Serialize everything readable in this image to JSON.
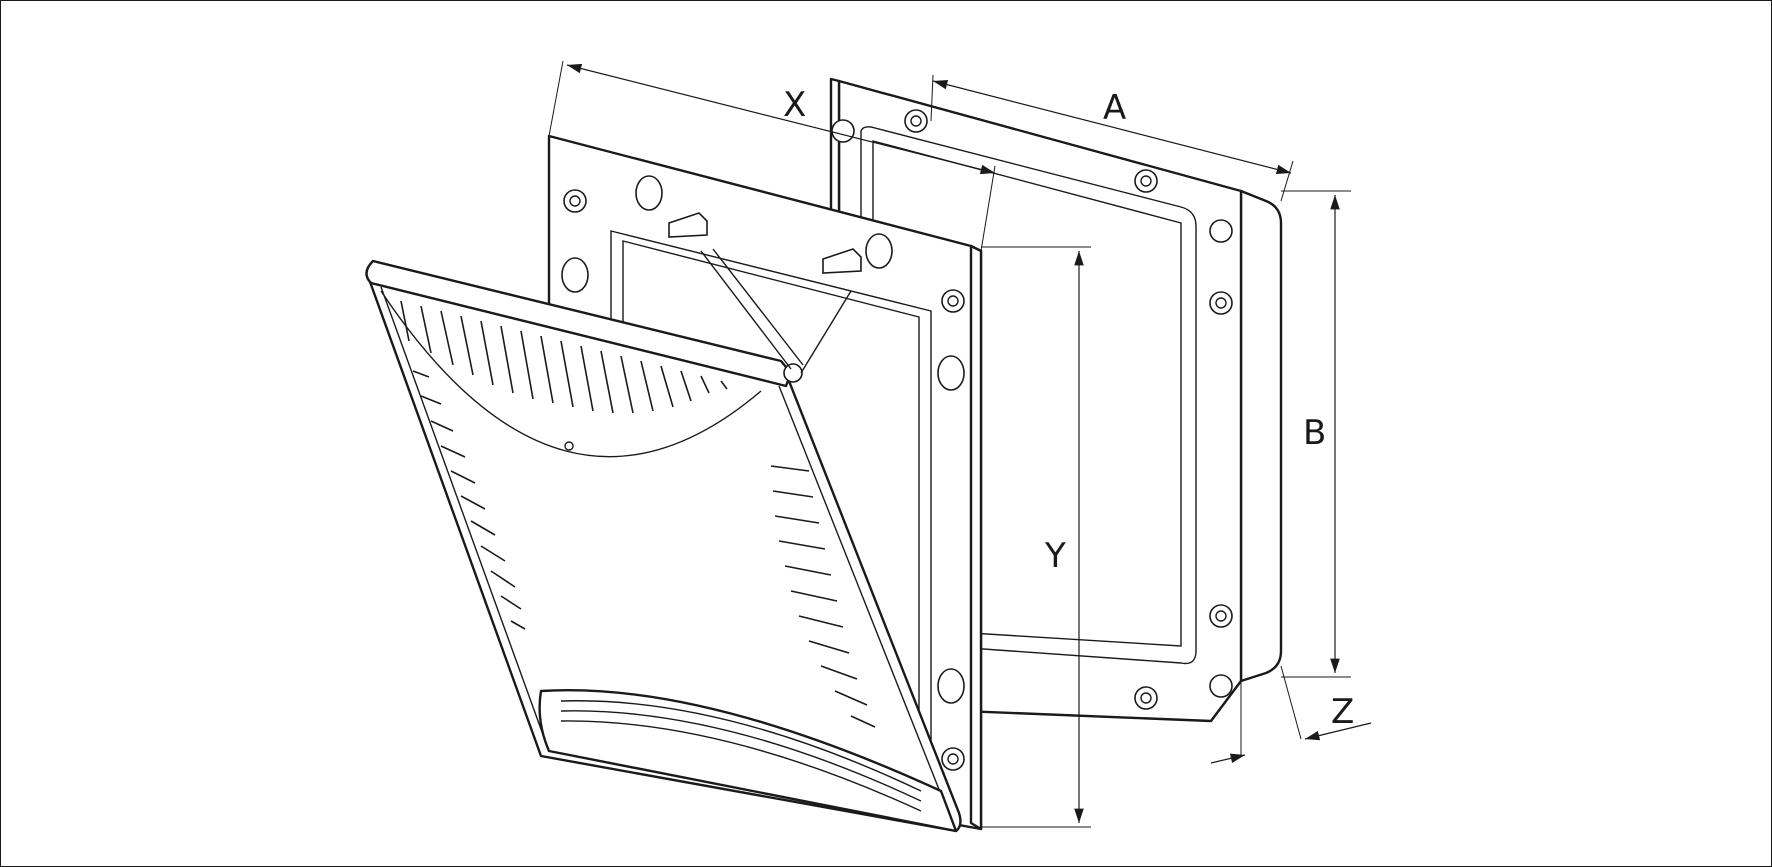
{
  "diagram": {
    "dimensions": {
      "x": "X",
      "a": "A",
      "b": "B",
      "y": "Y",
      "z": "Z"
    }
  }
}
